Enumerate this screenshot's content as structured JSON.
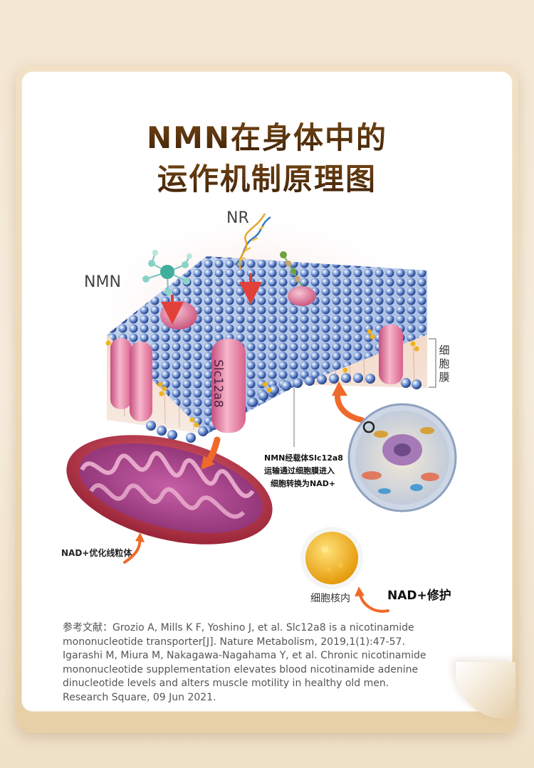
{
  "title_line1": "NMN在身体中的",
  "title_line2": "运作机制原理图",
  "labels": {
    "nmn": "NMN",
    "nr": "NR",
    "slc": "Slc12a8",
    "membrane": "细胞膜",
    "note_line1": "NMN经载体Slc12a8",
    "note_line2": "运输通过细胞膜进入",
    "note_line3": "细胞转换为NAD+",
    "mito": "NAD+优化线粒体",
    "nucleus": "细胞核内",
    "repair": "NAD+修护"
  },
  "references": {
    "line1": "参考文献：Grozio A, Mills K F, Yoshino J, et al. Slc12a8 is a nicotinamide",
    "line2": "mononucleotide transporter[J]. Nature Metabolism, 2019,1(1):47-57.",
    "line3": "Igarashi M, Miura M, Nakagawa-Nagahama Y, et al. Chronic nicotinamide",
    "line4": "mononucleotide supplementation elevates blood nicotinamide adenine",
    "line5": "dinucleotide levels and alters muscle motility in healthy old men.",
    "line6": "Research Square, 09 Jun 2021."
  },
  "colors": {
    "title": "#5a3310",
    "membrane_bead": "#3d66b0",
    "channel_protein": "#e48fae",
    "mitochondria": "#b0345a",
    "arrow": "#ef6a2a",
    "nucleus_ball": "#f2b71e"
  }
}
